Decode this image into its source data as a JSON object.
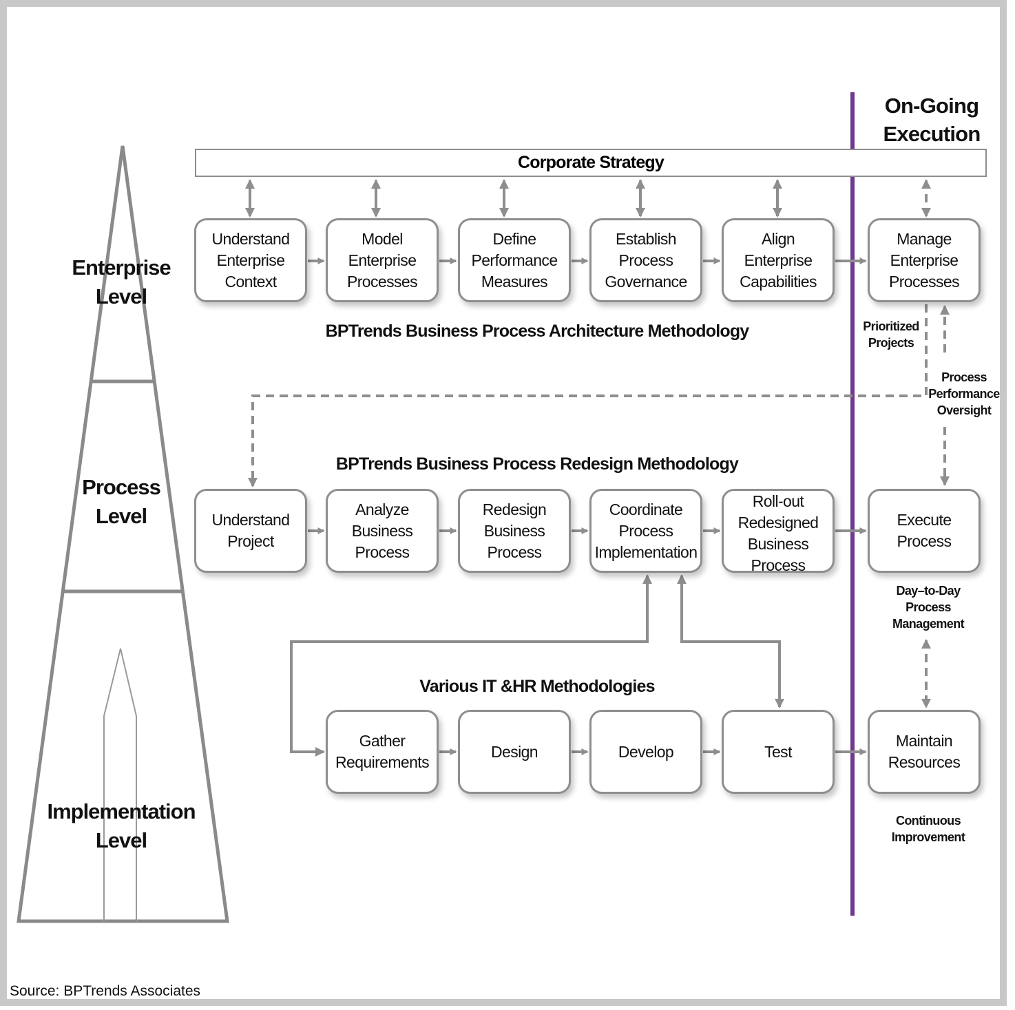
{
  "header": {
    "ongoing_line1": "On-Going",
    "ongoing_line2": "Execution",
    "corporate_strategy": "Corporate Strategy"
  },
  "levels": {
    "enterprise": [
      "Enterprise",
      "Level"
    ],
    "process": [
      "Process",
      "Level"
    ],
    "implementation": [
      "Implementation",
      "Level"
    ]
  },
  "rows": {
    "architecture": {
      "label": "BPTrends Business Process Architecture Methodology",
      "steps": [
        [
          "Understand",
          "Enterprise",
          "Context"
        ],
        [
          "Model",
          "Enterprise",
          "Processes"
        ],
        [
          "Define",
          "Performance",
          "Measures"
        ],
        [
          "Establish",
          "Process",
          "Governance"
        ],
        [
          "Align Enterprise",
          "Capabilities"
        ]
      ]
    },
    "redesign": {
      "label": "BPTrends Business Process Redesign Methodology",
      "steps": [
        [
          "Understand",
          "Project"
        ],
        [
          "Analyze",
          "Business",
          "Process"
        ],
        [
          "Redesign",
          "Business",
          "Process"
        ],
        [
          "Coordinate",
          "Process",
          "Implementation"
        ],
        [
          "Roll-out",
          "Redesigned",
          "Business",
          "Process"
        ]
      ]
    },
    "it_hr": {
      "label": "Various IT &HR Methodologies",
      "steps": [
        [
          "Gather",
          "Requirements"
        ],
        [
          "Design"
        ],
        [
          "Develop"
        ],
        [
          "Test"
        ]
      ]
    }
  },
  "ongoing": {
    "manage": [
      "Manage",
      "Enterprise",
      "Processes"
    ],
    "execute": [
      "Execute",
      "Process"
    ],
    "maintain": [
      "Maintain",
      "Resources"
    ],
    "prioritized": [
      "Prioritized",
      "Projects"
    ],
    "oversight": [
      "Process",
      "Performance",
      "Oversight"
    ],
    "day_to_day": [
      "Day–to-Day",
      "Process",
      "Management"
    ],
    "continuous": [
      "Continuous",
      "Improvement"
    ]
  },
  "footer": {
    "source": "Source: BPTrends  Associates"
  },
  "colors": {
    "divider": "#6f3a8e",
    "connector": "#8e8e8e",
    "frame": "#c8c8c8"
  }
}
